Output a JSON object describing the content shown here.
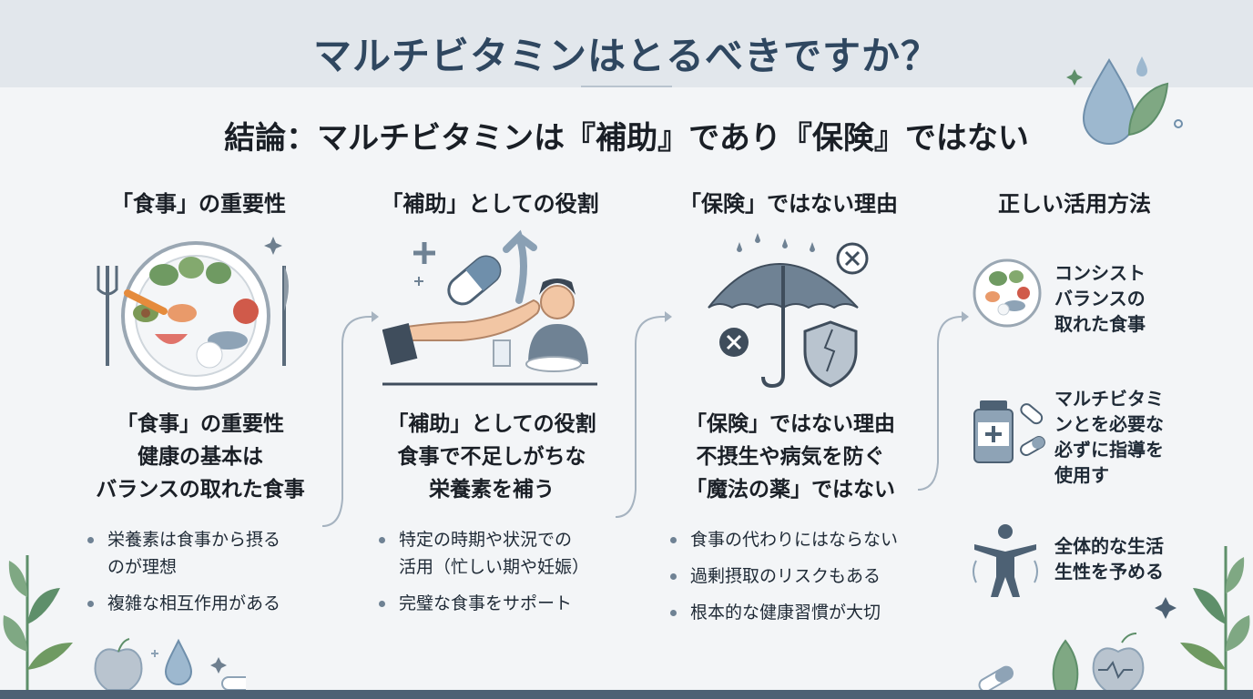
{
  "title": "マルチビタミンはとるべきですか？",
  "subtitle": "結論：マルチビタミンは『補助』であり『保険』ではない",
  "columns": [
    {
      "heading": "「食事」の重要性",
      "sub_lines": [
        "「食事」の重要性",
        "健康の基本は",
        "バランスの取れた食事"
      ],
      "bullets": [
        "栄養素は食事から摂る",
        "のが理想",
        "複雑な相互作用がある"
      ]
    },
    {
      "heading": "「補助」としての役割",
      "sub_lines": [
        "「補助」としての役割",
        "食事で不足しがちな",
        "栄養素を補う"
      ],
      "bullets": [
        "特定の時期や状況での",
        "活用（忙しい期や妊娠）",
        "完璧な食事をサポート"
      ]
    },
    {
      "heading": "「保険」ではない理由",
      "sub_lines": [
        "「保険」ではない理由",
        "不摂生や病気を防ぐ",
        "「魔法の薬」ではない"
      ],
      "bullets": [
        "食事の代わりにはならない",
        "過剰摂取のリスクもある",
        "根本的な健康習慣が大切"
      ]
    },
    {
      "heading": "正しい活用方法",
      "items": [
        [
          "コンシスト",
          "バランスの",
          "取れた食事"
        ],
        [
          "マルチビタミ",
          "ンとを必要な",
          "必ずに指導を",
          "使用す"
        ],
        [
          "全体的な生活",
          "生性を予める"
        ]
      ]
    }
  ],
  "icons": {
    "col1": "food-plate-icon",
    "col2": "helping-hand-pill-icon",
    "col3": "umbrella-rain-icon",
    "col4a": "plate-icon",
    "col4b": "supplement-bottle-icon",
    "col4c": "person-stretch-icon"
  },
  "colors": {
    "title": "#2f4760",
    "accent": "#4d6174",
    "leaf": "#5e8f6a"
  }
}
